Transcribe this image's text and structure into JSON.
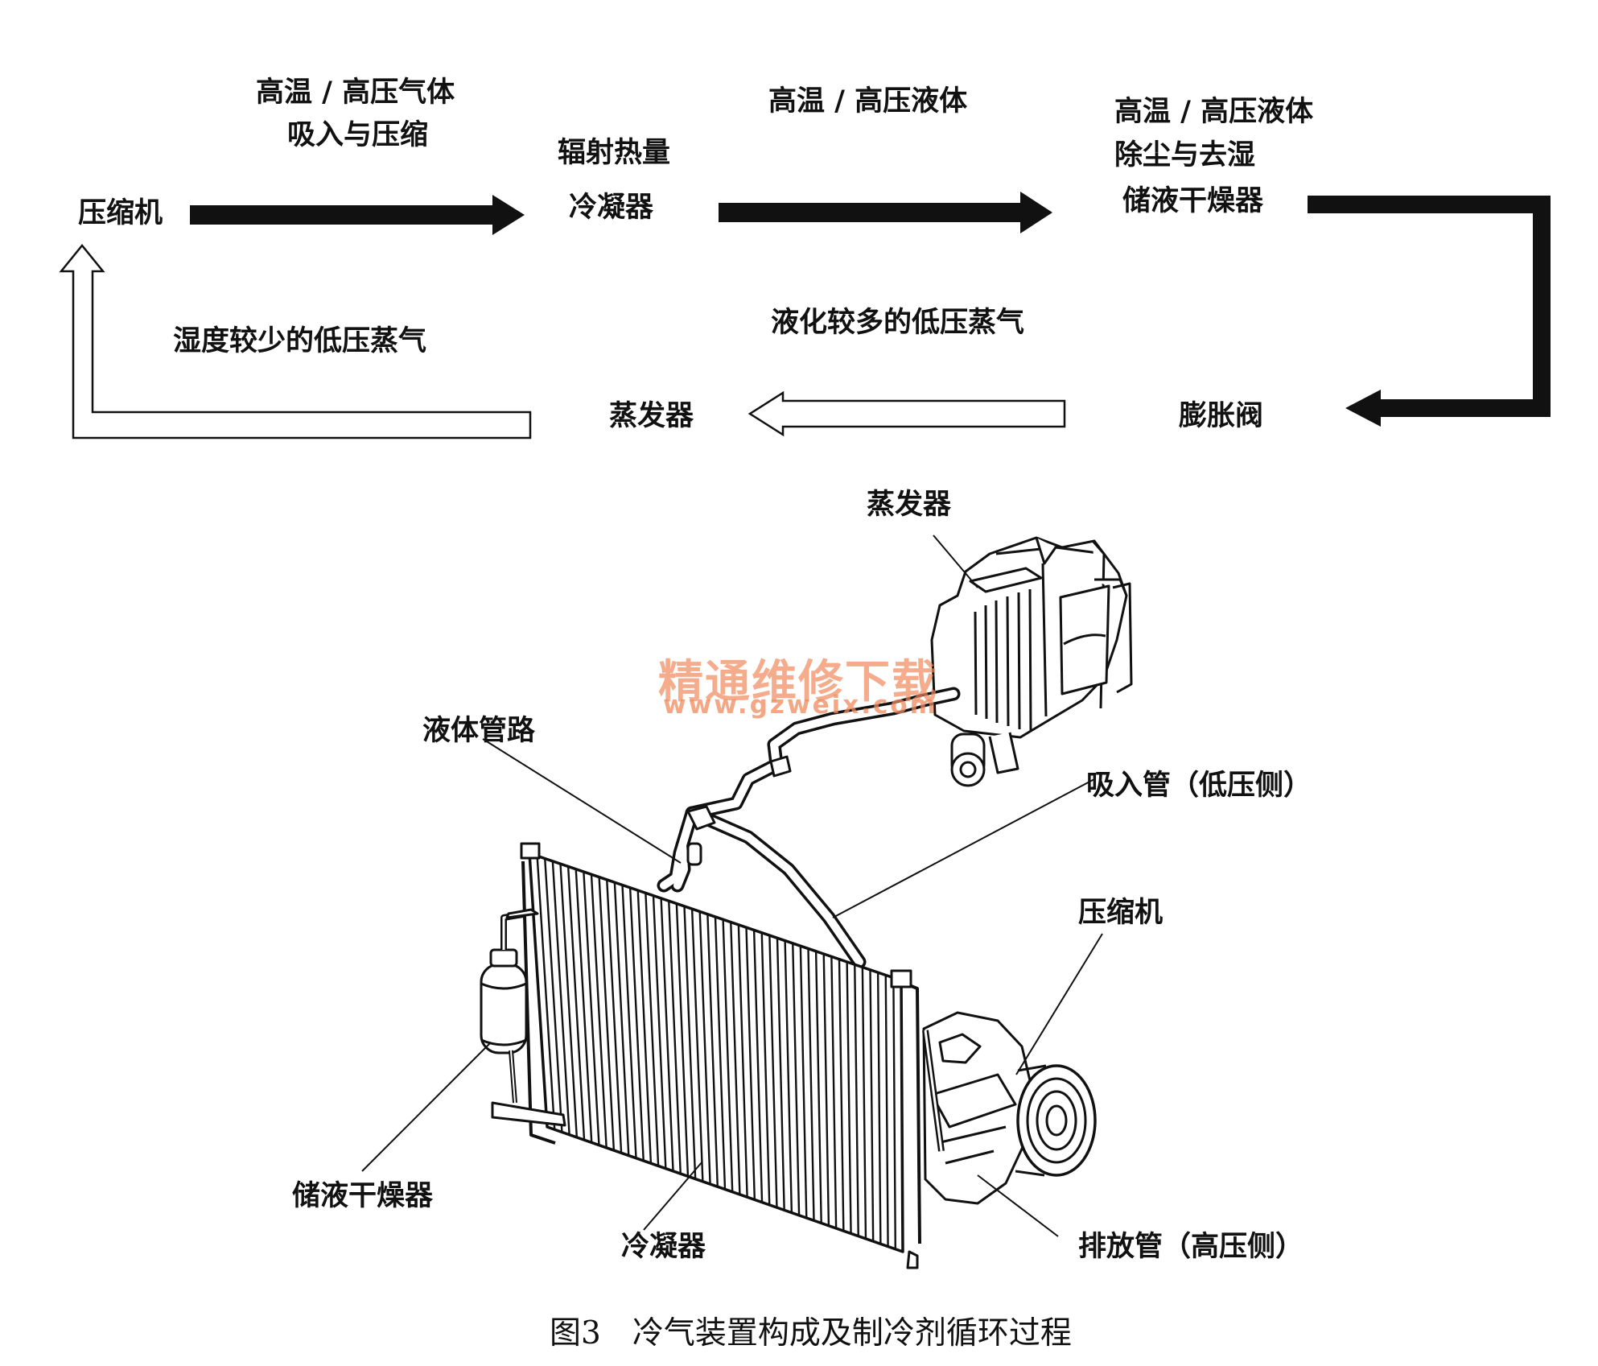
{
  "flow": {
    "compressor": "压缩机",
    "flow1_line1": "高温 / 高压气体",
    "flow1_line2": "吸入与压缩",
    "condenser_func": "辐射热量",
    "condenser": "冷凝器",
    "flow2": "高温 / 高压液体",
    "drier_line1": "高温 / 高压液体",
    "drier_line2": "除尘与去湿",
    "drier": "储液干燥器",
    "expansion_valve": "膨胀阀",
    "flow_mid": "液化较多的低压蒸气",
    "evaporator": "蒸发器",
    "flow_return": "湿度较少的低压蒸气"
  },
  "figure": {
    "evaporator": "蒸发器",
    "liquid_line": "液体管路",
    "suction_pipe": "吸入管（低压侧）",
    "compressor": "压缩机",
    "receiver_drier": "储液干燥器",
    "condenser": "冷凝器",
    "discharge_pipe": "排放管（高压侧）"
  },
  "watermark": {
    "cn": "精通维修下载",
    "url": "www.gzweix.com",
    "color": "#f08a5d"
  },
  "caption": "图3　冷气装置构成及制冷剂循环过程"
}
